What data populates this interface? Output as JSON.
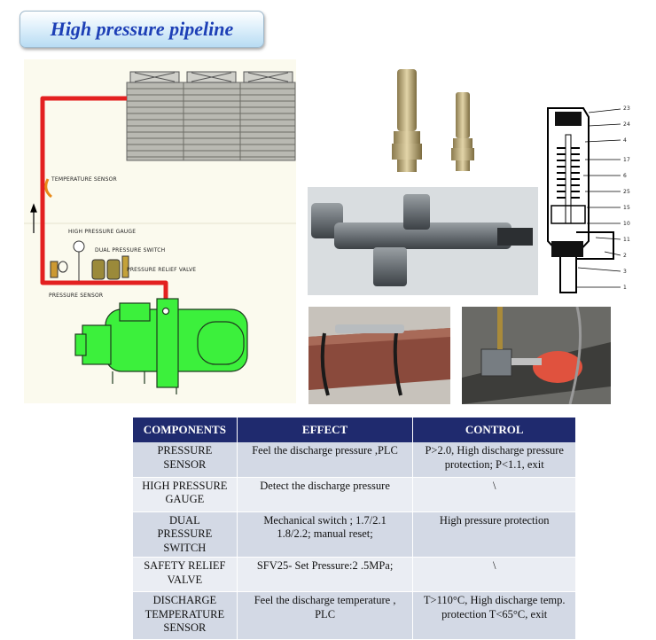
{
  "title": "High pressure pipeline",
  "schematic": {
    "labels": {
      "temperature_sensor": "TEMPERATURE SENSOR",
      "high_pressure_gauge": "HIGH PRESSURE GAUGE",
      "dual_pressure_switch": "DUAL PRESSURE SWITCH",
      "pressure_relief_valve": "PRESSURE RELIEF VALVE",
      "pressure_sensor": "PRESSURE SENSOR"
    },
    "colors": {
      "pipe": "#e32020",
      "compressor": "#3cf03c",
      "background": "#fbfaee"
    }
  },
  "valve_diagram": {
    "callouts": [
      "23",
      "24",
      "4",
      "17",
      "6",
      "25",
      "15",
      "10",
      "11",
      "2",
      "3",
      "1"
    ]
  },
  "table": {
    "headers": [
      "COMPONENTS",
      "EFFECT",
      "CONTROL"
    ],
    "rows": [
      {
        "component": "PRESSURE SENSOR",
        "effect": "Feel the discharge pressure ,PLC",
        "control": "P>2.0, High discharge pressure protection; P<1.1, exit"
      },
      {
        "component": "HIGH PRESSURE GAUGE",
        "effect": "Detect the discharge pressure",
        "control": "\\"
      },
      {
        "component": "DUAL PRESSURE SWITCH",
        "effect": "Mechanical switch ; 1.7/2.1 1.8/2.2; manual reset;",
        "control": "High pressure protection"
      },
      {
        "component": "SAFETY RELIEF VALVE",
        "effect": "SFV25- Set Pressure:2 .5MPa;",
        "control": "\\"
      },
      {
        "component": "DISCHARGE TEMPERATURE SENSOR",
        "effect": "Feel the discharge temperature , PLC",
        "control": "T>110°C, High discharge temp. protection T<65°C, exit"
      }
    ],
    "colors": {
      "header": "#1f2a6e",
      "row_a": "#d3d9e5",
      "row_b": "#eaedf3"
    }
  }
}
